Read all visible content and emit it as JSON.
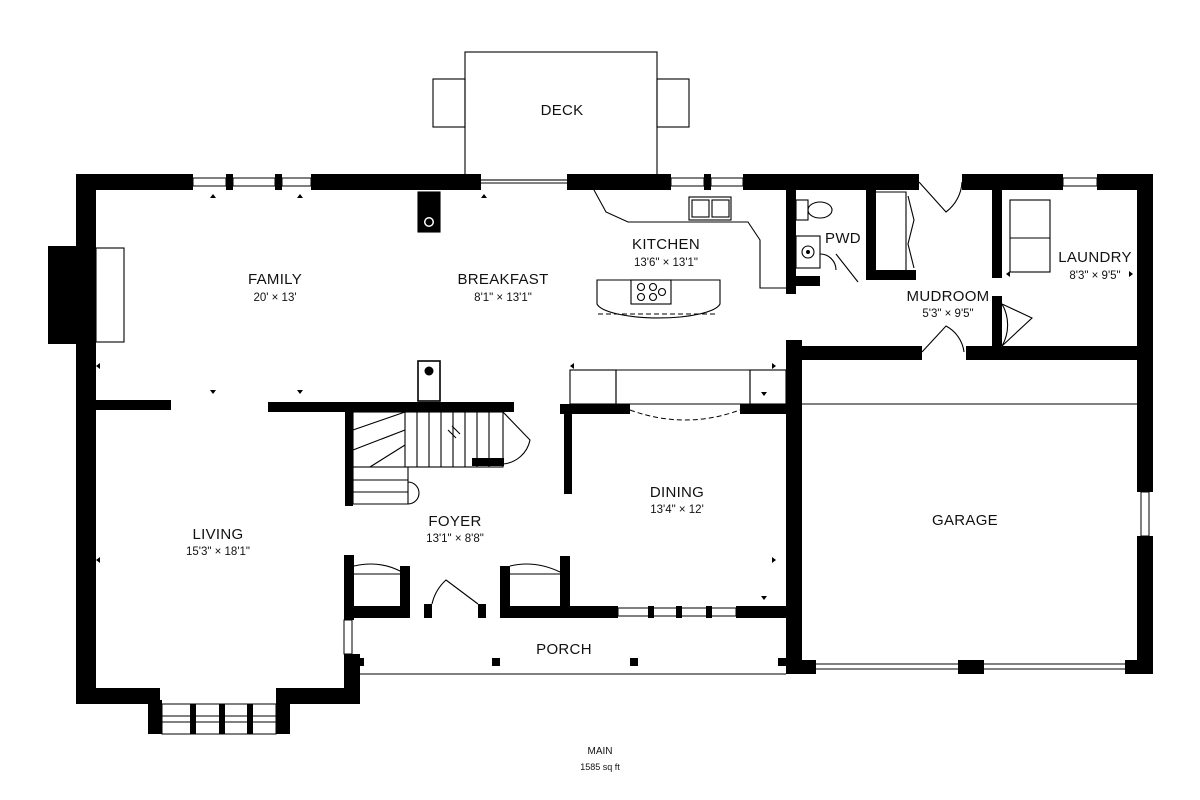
{
  "rooms": {
    "deck": {
      "name": "DECK"
    },
    "family": {
      "name": "FAMILY",
      "dims": "20' × 13'"
    },
    "breakfast": {
      "name": "BREAKFAST",
      "dims": "8'1\" × 13'1\""
    },
    "kitchen": {
      "name": "KITCHEN",
      "dims": "13'6\" × 13'1\""
    },
    "pwd": {
      "name": "PWD"
    },
    "mudroom": {
      "name": "MUDROOM",
      "dims": "5'3\" × 9'5\""
    },
    "laundry": {
      "name": "LAUNDRY",
      "dims": "8'3\" × 9'5\""
    },
    "living": {
      "name": "LIVING",
      "dims": "15'3\" × 18'1\""
    },
    "foyer": {
      "name": "FOYER",
      "dims": "13'1\" × 8'8\""
    },
    "dining": {
      "name": "DINING",
      "dims": "13'4\" × 12'"
    },
    "garage": {
      "name": "GARAGE"
    },
    "porch": {
      "name": "PORCH"
    }
  },
  "footer": {
    "level": "MAIN",
    "area": "1585 sq ft"
  }
}
